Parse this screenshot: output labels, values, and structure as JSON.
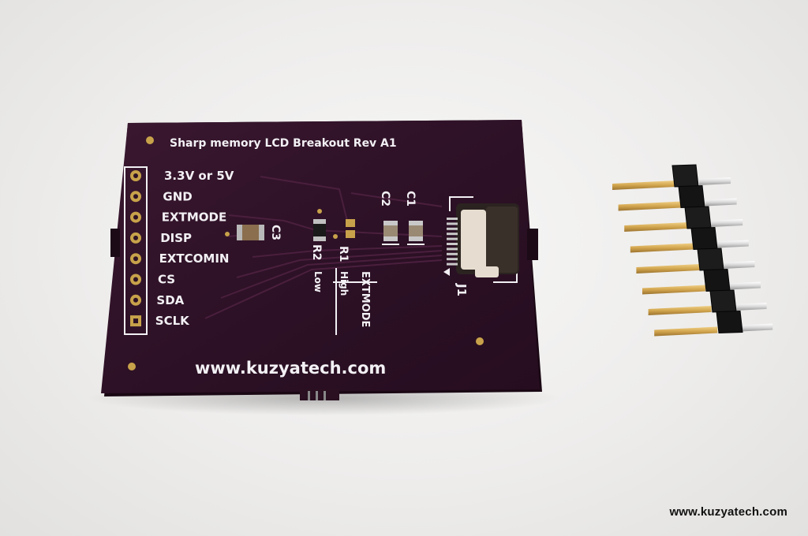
{
  "board": {
    "title": "Sharp memory LCD Breakout Rev A1",
    "url": "www.kuzyatech.com",
    "pins": [
      "3.3V or 5V",
      "GND",
      "EXTMODE",
      "DISP",
      "EXTCOMIN",
      "CS",
      "SDA",
      "SCLK"
    ],
    "designators": {
      "c1": "C1",
      "c2": "C2",
      "c3": "C3",
      "r1": "R1",
      "r2": "R2",
      "j1": "J1"
    },
    "extmode_label": "EXTMODE",
    "high_label": "High",
    "low_label": "Low",
    "colors": {
      "pcb": "#2e1226",
      "copper_pad": "#c8a24a",
      "silkscreen": "#f2f0f4"
    }
  },
  "header": {
    "pin_count": 8
  },
  "watermark": "www.kuzyatech.com"
}
